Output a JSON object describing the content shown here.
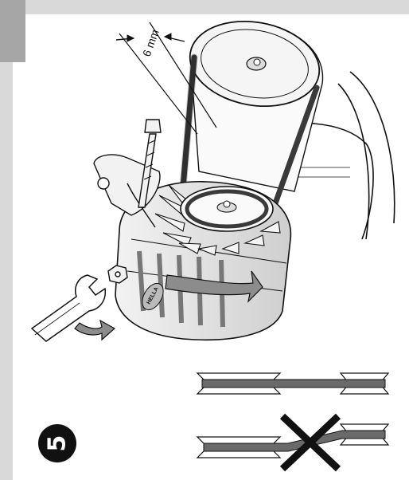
{
  "figure": {
    "step_number": "5",
    "dimension_label": "6 mm",
    "manufacturer_plate": "HELLA",
    "notes": []
  },
  "colors": {
    "frame": "#d9d9d9",
    "frame_notch": "#a6a6a6",
    "belt": "#3a3a3a",
    "arrow_fill": "#8c8c8c",
    "ink": "#111111"
  },
  "icons": {
    "good_alignment": "aligned-belt-icon",
    "bad_alignment": "misaligned-belt-cross-icon",
    "tool": "open-end-wrench-icon"
  }
}
